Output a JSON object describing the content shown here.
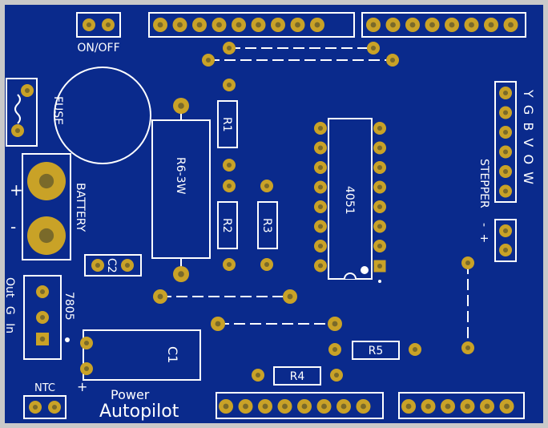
{
  "board": {
    "colors": {
      "frame": "#c9c9c9",
      "board": "#0a2a8c",
      "board_shade": "#0c2f99",
      "copper": "#c9a227",
      "hole": "#7a6a2a",
      "silk": "#ffffff"
    },
    "labels": {
      "on_off": "ON/OFF",
      "fuse": "FUSE",
      "battery": "BATTERY",
      "plus": "+",
      "minus": "-",
      "r6": "R6-3W",
      "r1": "R1",
      "r2": "R2",
      "r3": "R3",
      "r4": "R4",
      "r5": "R5",
      "ic": "4051",
      "c1": "C1",
      "c2": "C2",
      "reg": "7805",
      "reg_pins": "Out G In",
      "ntc": "NTC",
      "stepper": "STEPPER",
      "stepper_pins": "Y G B V O W",
      "stepper_pm": "- +",
      "c1_plus": "+",
      "title_small": "Power",
      "title_large": "Autopilot"
    }
  }
}
